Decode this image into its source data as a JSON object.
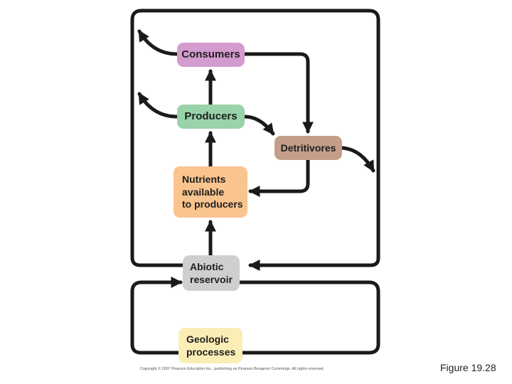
{
  "nodes": {
    "consumers": "Consumers",
    "producers": "Producers",
    "detritivores": "Detritivores",
    "nutrients": [
      "Nutrients",
      "available",
      "to producers"
    ],
    "abiotic": [
      "Abiotic",
      "reservoir"
    ],
    "geologic": [
      "Geologic",
      "processes"
    ]
  },
  "copyright": "Copyright © 2007 Pearson Education Inc., publishing as Pearson Benjamin Cummings. All rights reserved.",
  "figure_label": "Figure 19.28",
  "colors": {
    "consumers": "#d49bce",
    "producers": "#98d3a9",
    "detritivores": "#c49e8a",
    "nutrients": "#f9c48e",
    "abiotic": "#cfcfd2",
    "geologic": "#faedb6",
    "arrow": "#1a1a1a"
  }
}
